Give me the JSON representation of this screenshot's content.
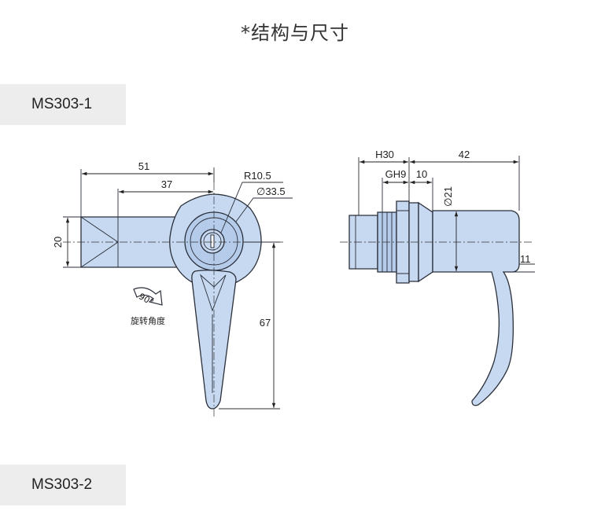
{
  "title": "*结构与尺寸",
  "models": [
    {
      "label": "MS303-1"
    },
    {
      "label": "MS303-2"
    }
  ],
  "front_view": {
    "dim_total_width": "51",
    "dim_to_center": "37",
    "dim_height": "20",
    "dim_radius": "R10.5",
    "dim_diameter": "∅33.5",
    "dim_handle_length": "67",
    "rotation_angle": "90°",
    "rotation_label": "旋转角度"
  },
  "side_view": {
    "dim_h": "H30",
    "dim_handle": "42",
    "dim_gh": "GH9",
    "dim_offset": "10",
    "dim_diameter": "∅21",
    "dim_thickness": "11"
  },
  "colors": {
    "part_fill": "#c7d9f0",
    "outline": "#2a2f3a",
    "bar_bg": "#ededed"
  }
}
